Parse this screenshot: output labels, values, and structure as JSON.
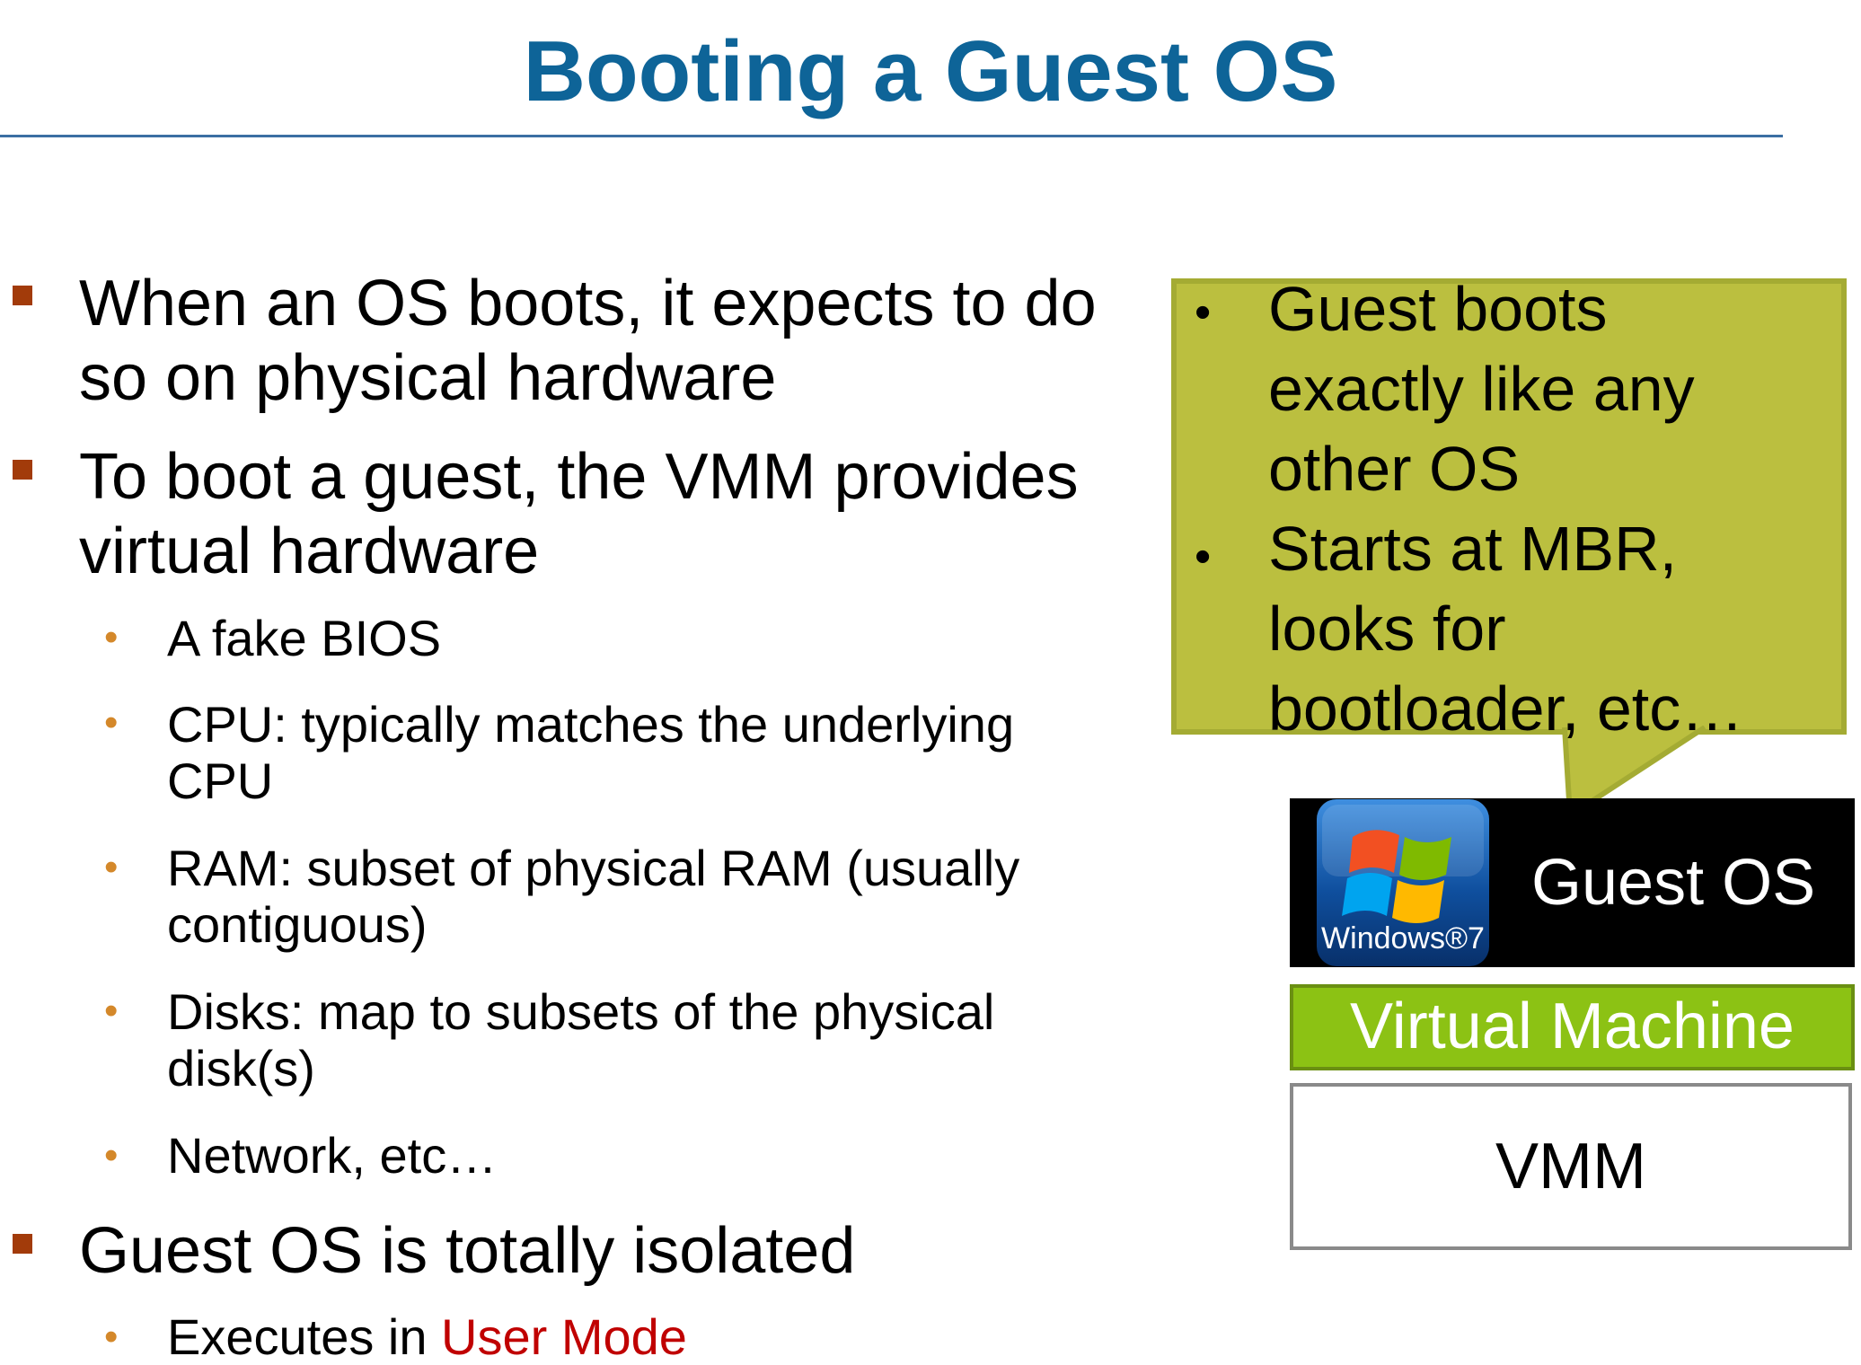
{
  "slide": {
    "title": "Booting a Guest OS",
    "bullets": [
      {
        "lines": [
          "When an OS boots, it expects to do",
          "so on physical hardware"
        ]
      },
      {
        "lines": [
          "To boot a guest, the VMM provides",
          "virtual hardware"
        ]
      },
      {
        "lines": [
          "Guest OS is totally isolated"
        ]
      }
    ],
    "sub_bullets": [
      {
        "lines": [
          "A fake BIOS"
        ]
      },
      {
        "lines": [
          "CPU: typically matches the underlying",
          "CPU"
        ]
      },
      {
        "lines": [
          "RAM: subset of physical RAM (usually",
          "contiguous)"
        ]
      },
      {
        "lines": [
          "Disks: map to subsets of the physical",
          "disk(s)"
        ]
      },
      {
        "lines": [
          "Network, etc…"
        ]
      }
    ],
    "executes": {
      "prefix": "Executes in ",
      "highlight": "User Mode"
    }
  },
  "callout": {
    "items": [
      {
        "lines": [
          "Guest boots",
          "exactly like any",
          "other OS"
        ]
      },
      {
        "lines": [
          "Starts at MBR,",
          "looks for",
          "bootloader, etc…"
        ]
      }
    ],
    "colors": {
      "fill": "#bbbf3f",
      "border": "#a4ab33"
    }
  },
  "stack": {
    "guest_label": "Guest OS",
    "windows_logo_text": "Windows®7",
    "vm_label": "Virtual Machine",
    "vmm_label": "VMM"
  },
  "colors": {
    "title": "#0e6498",
    "bullet_l1": "#a23b0a",
    "bullet_l2": "#d4882a",
    "highlight": "#c00000",
    "vm_green": "#8cc214"
  }
}
